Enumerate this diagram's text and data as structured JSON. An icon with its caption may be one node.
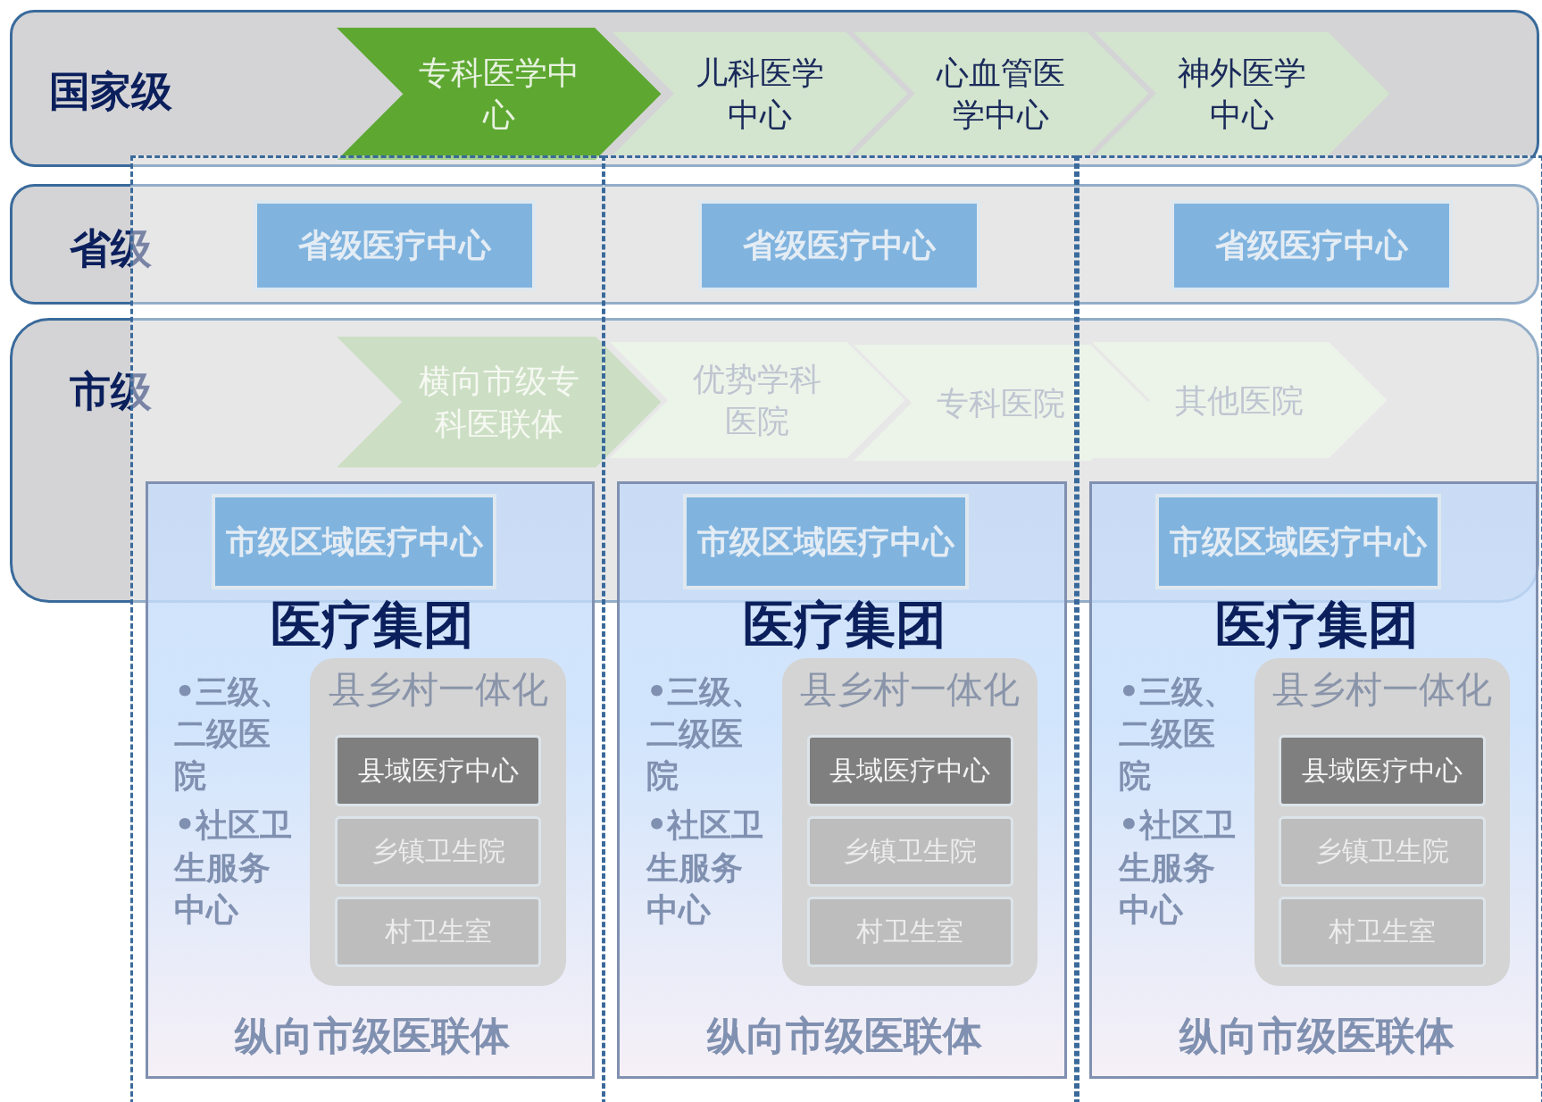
{
  "diagram": {
    "nodes": [
      {
        "text": [
          "国家级"
        ]
      },
      {
        "text": [
          "专科医学中心"
        ],
        "in": 0
      },
      {
        "text": [
          "儿科医学中心"
        ],
        "in": 0
      },
      {
        "text": [
          "心血管医学中心"
        ],
        "in": 0
      },
      {
        "text": [
          "神外医学中心"
        ],
        "in": 0
      },
      {
        "text": [
          "省级"
        ]
      },
      {
        "text": [
          "省级医疗中心"
        ]
      },
      {
        "text": [
          "省级医疗中心"
        ]
      },
      {
        "text": [
          "省级医疗中心"
        ]
      },
      {
        "text": [
          "市级"
        ]
      },
      {
        "text": [
          "横向市级专科医联体"
        ],
        "in": 9
      },
      {
        "text": [
          "优势学科医院"
        ]
      },
      {
        "text": [
          "专科医院"
        ],
        "in": 9
      },
      {
        "text": [
          "其他医院"
        ]
      },
      {
        "text": [],
        "shape": "box"
      },
      {
        "text": [
          "医疗集团",
          "•三级、二级医院",
          "•社区卫生服务中心",
          "纵向市级医联体"
        ],
        "in": 14
      },
      {
        "text": [
          "市级区域医疗中心"
        ]
      },
      {
        "text": [
          "县乡村一体化"
        ],
        "in": 15
      },
      {
        "text": [
          "县域医疗中心"
        ],
        "in": 17
      },
      {
        "text": [
          "乡镇卫生院"
        ],
        "in": 17
      },
      {
        "text": [
          "村卫生室"
        ],
        "in": 17
      },
      {
        "text": [],
        "shape": "box"
      },
      {
        "text": [
          "医疗集团",
          "•三级、二级医院",
          "•社区卫生服务中心",
          "纵向市级医联体"
        ],
        "in": 21
      },
      {
        "text": [
          "市级区域医疗中心"
        ]
      },
      {
        "text": [
          "县乡村一体化"
        ],
        "in": 22
      },
      {
        "text": [
          "县域医疗中心"
        ],
        "in": 24
      },
      {
        "text": [
          "乡镇卫生院"
        ],
        "in": 24
      },
      {
        "text": [
          "村卫生室"
        ],
        "in": 24
      },
      {
        "text": [],
        "shape": "box"
      },
      {
        "text": [
          "医疗集团",
          "•三级、二级医院",
          "•社区卫生服务中心",
          "纵向市级医联体"
        ],
        "in": 28
      },
      {
        "text": [
          "市级区域医疗中心"
        ]
      },
      {
        "text": [
          "县乡村一体化"
        ],
        "in": 29
      },
      {
        "text": [
          "县域医疗中心"
        ],
        "in": 31
      },
      {
        "text": [
          "乡镇卫生院"
        ],
        "in": 31
      },
      {
        "text": [
          "村卫生室"
        ],
        "in": 31
      }
    ]
  }
}
